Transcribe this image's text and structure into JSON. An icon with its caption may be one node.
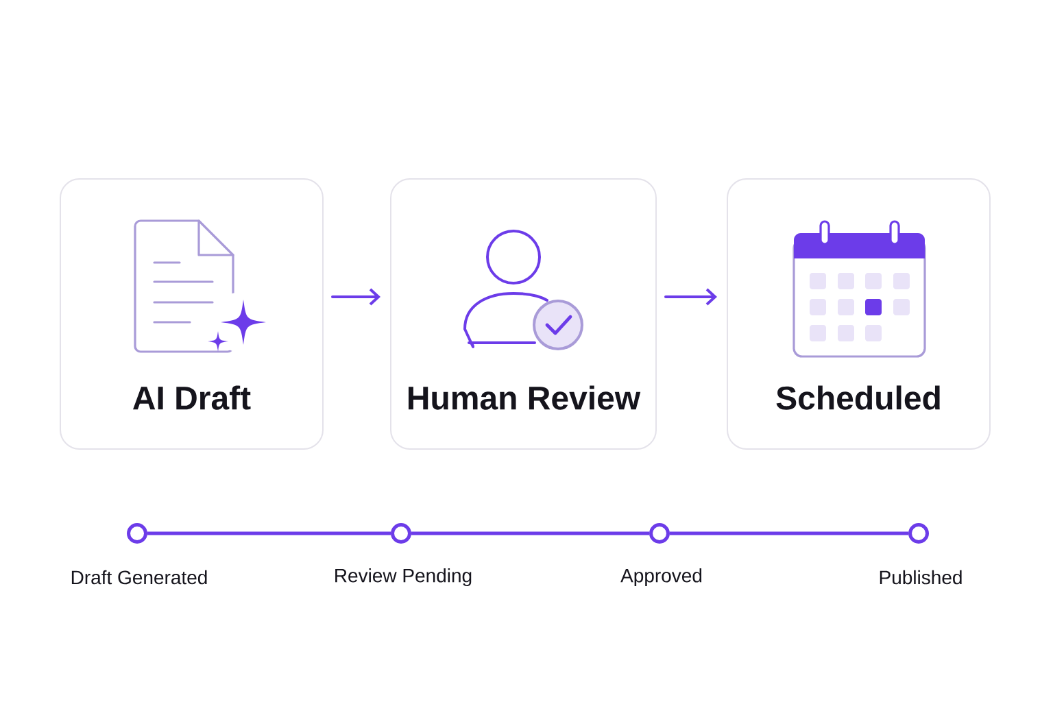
{
  "diagram": {
    "nodes": [
      {
        "text": [
          "AI Draft"
        ]
      },
      {
        "text": [
          "Human Review"
        ]
      },
      {
        "text": [
          "Scheduled"
        ]
      },
      {
        "text": [],
        "shape": "circle",
        "beside": [
          "Draft Generated"
        ]
      },
      {
        "text": [],
        "shape": "circle",
        "beside": [
          "Review Pending"
        ]
      },
      {
        "text": [],
        "shape": "circle",
        "beside": [
          "Approved"
        ]
      },
      {
        "text": [],
        "shape": "circle",
        "beside": [
          "Published"
        ]
      }
    ],
    "edges": [
      {
        "from": 0,
        "to": 1,
        "arrow": "to"
      },
      {
        "from": 1,
        "to": 2,
        "arrow": "to"
      },
      {
        "from": 3,
        "to": 4,
        "arrow": "none"
      },
      {
        "from": 4,
        "to": 5,
        "arrow": "none"
      },
      {
        "from": 5,
        "to": 6,
        "arrow": "none"
      }
    ]
  }
}
